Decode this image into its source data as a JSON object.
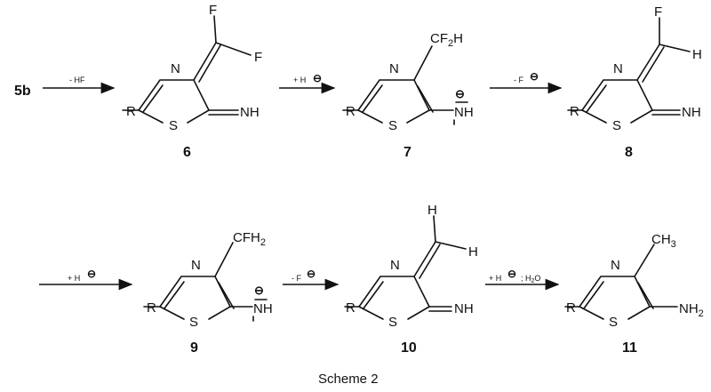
{
  "start_compound": "5b",
  "caption": "Scheme 2",
  "atoms": {
    "N": "N",
    "S": "S",
    "R": "R",
    "F": "F",
    "H": "H",
    "NH": "NH",
    "NH_ring": "NH"
  },
  "groups": {
    "cf2h_a": "CF",
    "cf2h_b": "2",
    "cf2h_c": "H",
    "cfh2_a": "CFH",
    "cfh2_b": "2",
    "ch3_a": "CH",
    "ch3_b": "3",
    "nh2_a": "NH",
    "nh2_b": "2",
    "minus": "⊖"
  },
  "compounds": [
    "6",
    "7",
    "8",
    "9",
    "10",
    "11"
  ],
  "steps": [
    {
      "reagent": "- HF"
    },
    {
      "reagent": "+ H"
    },
    {
      "reagent": "- F"
    },
    {
      "reagent": "+ H"
    },
    {
      "reagent": "- F"
    },
    {
      "reagent": "+ H",
      "extra": "; H2O"
    }
  ],
  "reagent_parts": {
    "h2o_a": "; H",
    "h2o_b": "2",
    "h2o_c": "O"
  }
}
